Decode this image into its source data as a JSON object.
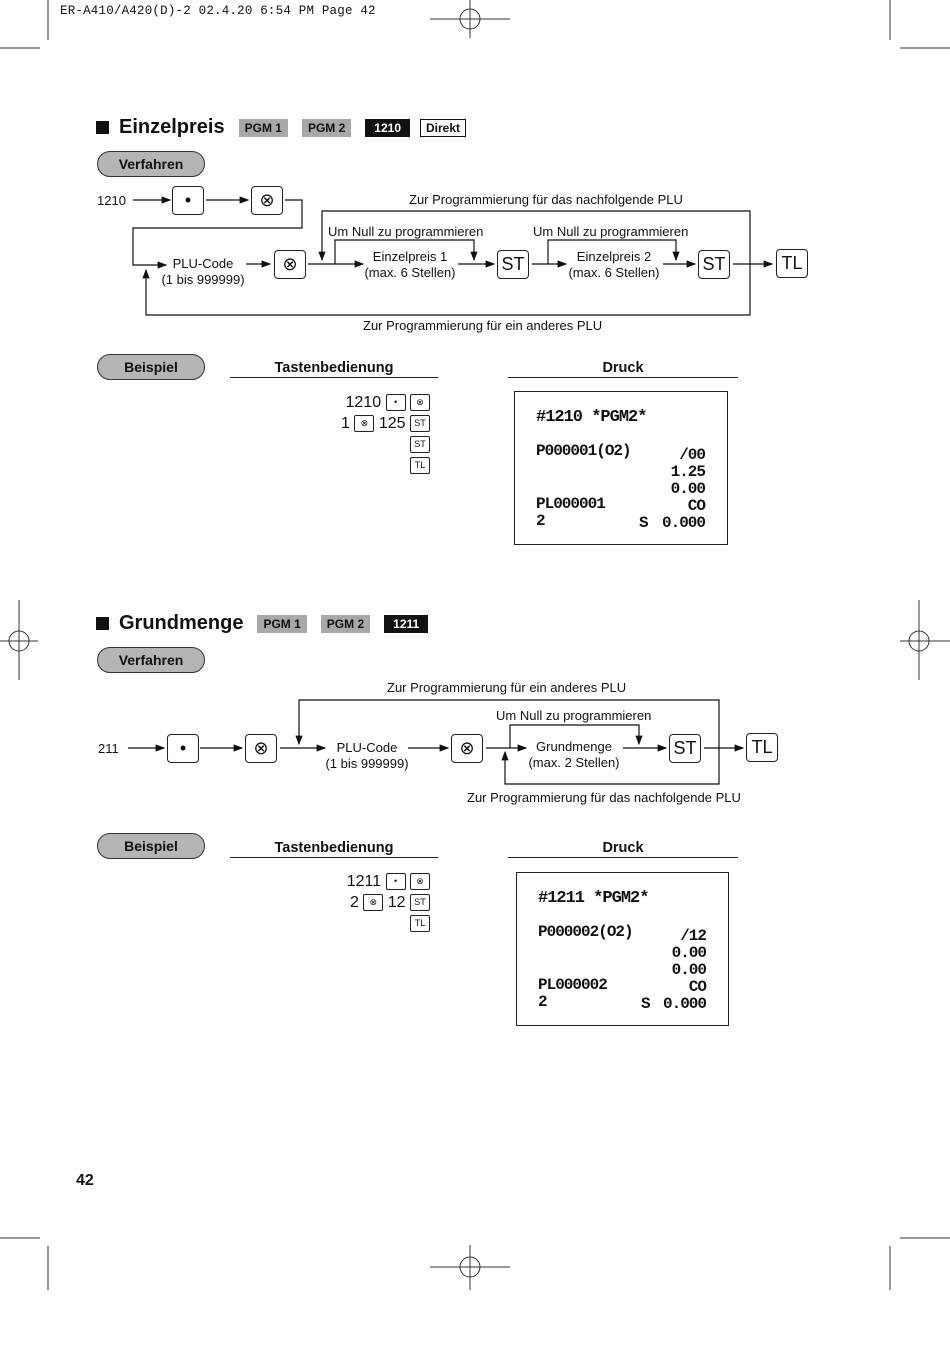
{
  "header": "ER-A410/A420(D)-2  02.4.20 6:54 PM  Page 42",
  "page_number": "42",
  "sections": [
    {
      "title": "Einzelpreis",
      "badges": [
        "PGM 1",
        "PGM 2",
        "1210",
        "Direkt"
      ],
      "procedure_label": "Verfahren",
      "diagram": {
        "start_code": "1210",
        "top_loop_label": "Zur Programmierung für das nachfolgende PLU",
        "zero1_label": "Um Null zu programmieren",
        "zero2_label": "Um Null zu programmieren",
        "plu_code": "PLU-Code",
        "plu_range": "(1 bis 999999)",
        "price1": "Einzelpreis 1",
        "price1_sub": "(max. 6 Stellen)",
        "price2": "Einzelpreis 2",
        "price2_sub": "(max. 6 Stellen)",
        "bottom_loop_label": "Zur Programmierung für ein anderes PLU",
        "key_dot": "•",
        "key_mult": "⊗",
        "key_st": "ST",
        "key_tl": "TL"
      },
      "example_label": "Beispiel",
      "keys_header": "Tastenbedienung",
      "print_header": "Druck",
      "key_lines": [
        {
          "text": "1210",
          "keys": [
            "•",
            "⊗"
          ]
        },
        {
          "pre": "1",
          "mid": "125",
          "keys": [
            "⊗",
            "ST"
          ]
        },
        {
          "keys": [
            "ST"
          ]
        },
        {
          "keys": [
            "TL"
          ]
        }
      ],
      "receipt": {
        "title": "#1210 *PGM2*",
        "plu": "P000001(O2)",
        "r1": "/00",
        "r2": "1.25",
        "r3": "0.00",
        "pl": "PL000001",
        "co": "CO",
        "n": "2",
        "s": "S",
        "sv": "0.000"
      }
    },
    {
      "title": "Grundmenge",
      "badges": [
        "PGM 1",
        "PGM 2",
        "1211"
      ],
      "procedure_label": "Verfahren",
      "diagram": {
        "start_code": "211",
        "top_loop_label": "Zur Programmierung für ein anderes PLU",
        "zero_label": "Um Null zu programmieren",
        "plu_code": "PLU-Code",
        "plu_range": "(1 bis 999999)",
        "qty": "Grundmenge",
        "qty_sub": "(max. 2 Stellen)",
        "bottom_loop_label": "Zur Programmierung für das nachfolgende PLU",
        "key_dot": "•",
        "key_mult": "⊗",
        "key_st": "ST",
        "key_tl": "TL"
      },
      "example_label": "Beispiel",
      "keys_header": "Tastenbedienung",
      "print_header": "Druck",
      "key_lines": [
        {
          "text": "1211",
          "keys": [
            "•",
            "⊗"
          ]
        },
        {
          "pre": "2",
          "mid": "12",
          "keys": [
            "⊗",
            "ST"
          ]
        },
        {
          "keys": [
            "TL"
          ]
        }
      ],
      "receipt": {
        "title": "#1211 *PGM2*",
        "plu": "P000002(O2)",
        "r1": "/12",
        "r2": "0.00",
        "r3": "0.00",
        "pl": "PL000002",
        "co": "CO",
        "n": "2",
        "s": "S",
        "sv": "0.000"
      }
    }
  ]
}
